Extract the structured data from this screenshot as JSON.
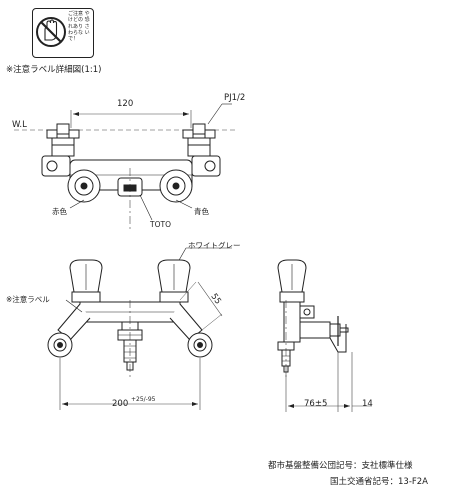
{
  "label_box": {
    "text": "ご注意 やけどの 恐れあり さわらな いで！",
    "icon": "no-touch-hand-icon"
  },
  "detail_caption": "※注意ラベル詳細図(1:1)",
  "top_view": {
    "dim_120": "120",
    "thread": "PJ1/2",
    "wl": "W.L",
    "red": "赤色",
    "blue": "青色",
    "toto": "TOTO",
    "white_gray": "ホワイトグレー"
  },
  "front_view": {
    "caution_label": "※注意ラベル",
    "dim_55": "55",
    "dim_200": "200",
    "dim_200_tol": "+25/-95"
  },
  "side_view": {
    "dim_76": "76±5",
    "dim_14": "14"
  },
  "footer": {
    "line1": "都市基盤整備公団記号：支社標準仕様",
    "line2": "国土交通省記号：13-F2A"
  },
  "colors": {
    "line": "#222222",
    "fill": "#ffffff",
    "dim": "#444444"
  }
}
